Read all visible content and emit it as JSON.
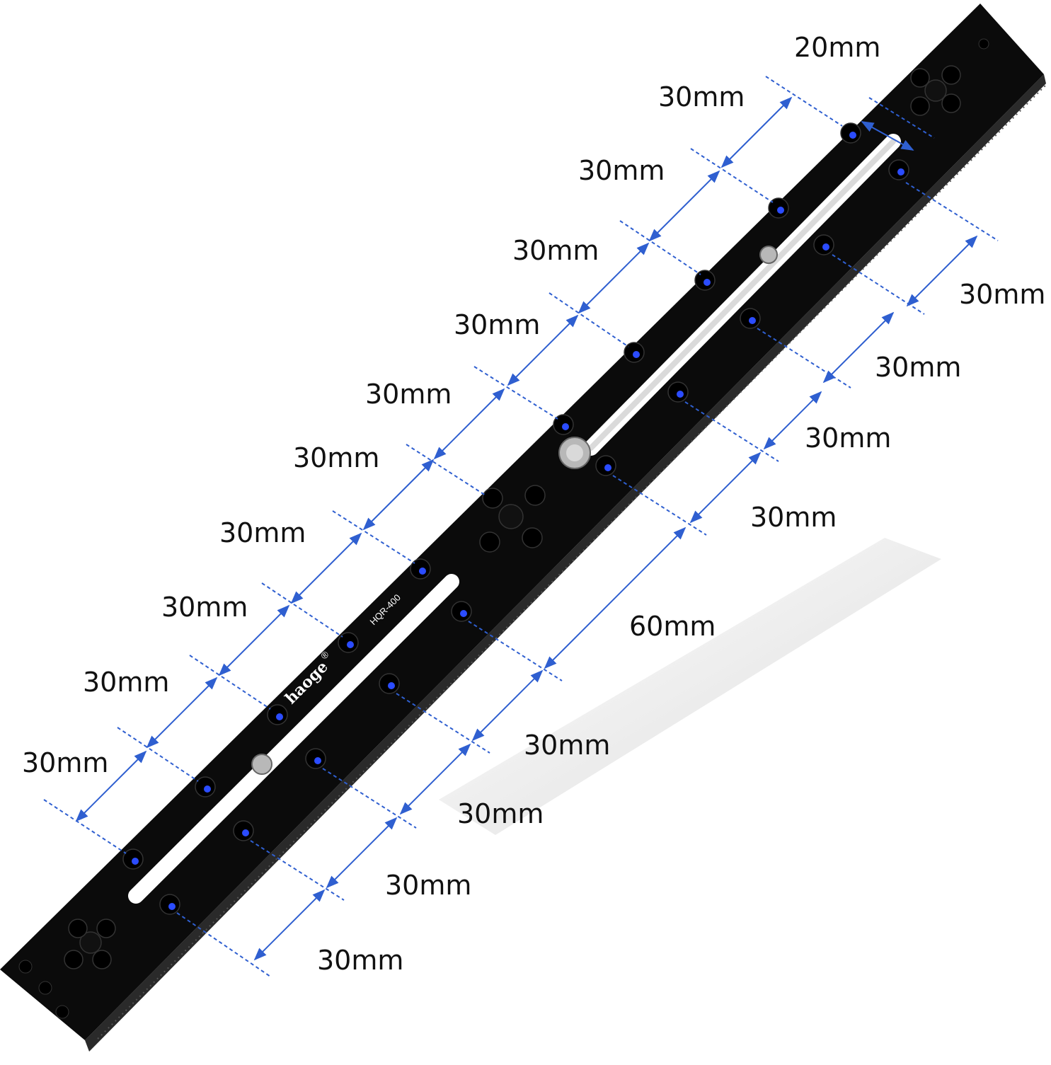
{
  "product": {
    "brand": "haoge",
    "registered_mark": "®",
    "model": "HQR-400"
  },
  "colors": {
    "plate": "#0b0b0b",
    "plate_edge": "#2a2a2a",
    "dimension_line": "#2f5fd0",
    "hole_glint": "#2b4cff",
    "screw": "#b8b8b8",
    "shadow": "#d8d8d8"
  },
  "dimensions": {
    "top_row": [
      "20mm",
      "30mm",
      "30mm",
      "30mm",
      "30mm",
      "30mm",
      "30mm",
      "30mm",
      "30mm",
      "30mm",
      "30mm"
    ],
    "bottom_row": [
      "30mm",
      "30mm",
      "30mm",
      "30mm",
      "60mm",
      "30mm",
      "30mm",
      "30mm",
      "30mm"
    ]
  }
}
